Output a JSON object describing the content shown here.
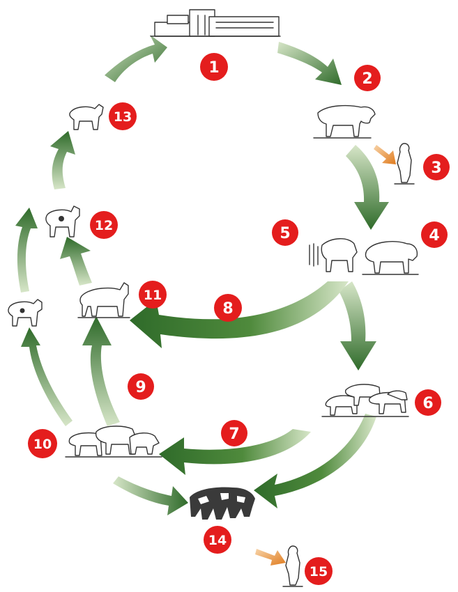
{
  "colors": {
    "arrow_dark": "#2f6b2a",
    "arrow_mid": "#4f8a3c",
    "arrow_light": "#c9ddb7",
    "orange_dark": "#e07b1e",
    "orange_light": "#f7d3a8",
    "badge": "#e41d1d"
  },
  "steps": [
    {
      "num": "1"
    },
    {
      "num": "2"
    },
    {
      "num": "3"
    },
    {
      "num": "4"
    },
    {
      "num": "5"
    },
    {
      "num": "6"
    },
    {
      "num": "7"
    },
    {
      "num": "8"
    },
    {
      "num": "9"
    },
    {
      "num": "10"
    },
    {
      "num": "11"
    },
    {
      "num": "12"
    },
    {
      "num": "13"
    },
    {
      "num": "14"
    },
    {
      "num": "15"
    }
  ],
  "icons": {
    "building": "building-icon",
    "bull": "bull-icon",
    "technician": "technician-icon",
    "cow": "cow-icon",
    "buffalo": "buffalo-icon",
    "calf": "calf-icon",
    "cattle_herd": "cattle-herd-icon",
    "crowd": "crowd-icon"
  }
}
